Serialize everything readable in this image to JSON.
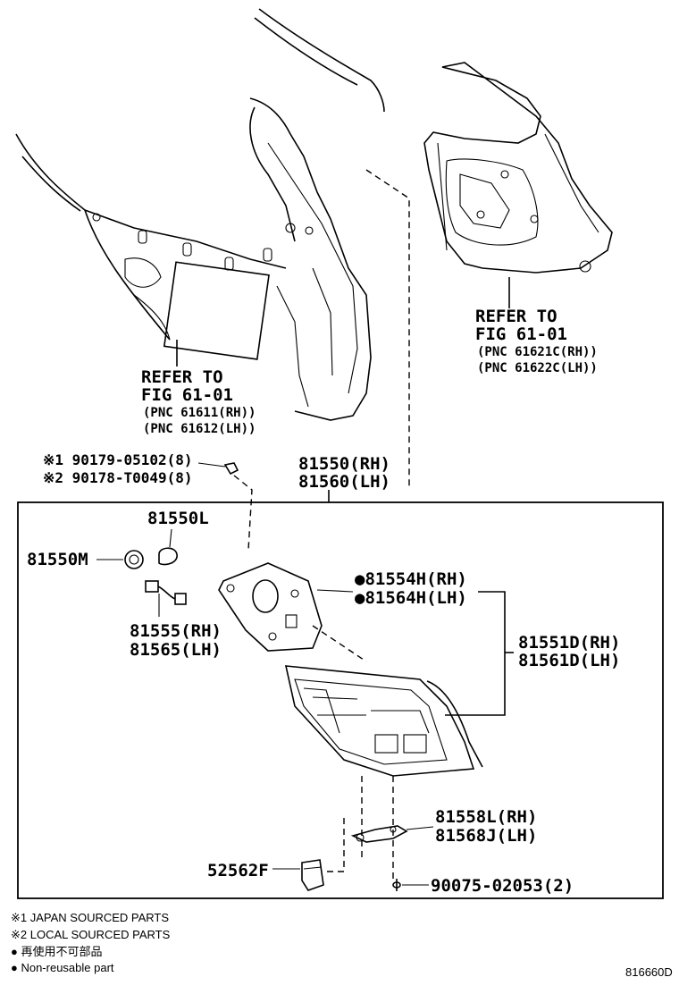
{
  "labels": {
    "refer_left_1": "REFER TO",
    "refer_left_2": "FIG 61-01",
    "refer_left_3": "(PNC 61611(RH))",
    "refer_left_4": "(PNC 61612(LH))",
    "refer_right_1": "REFER TO",
    "refer_right_2": "FIG 61-01",
    "refer_right_3": "(PNC 61621C(RH))",
    "refer_right_4": "(PNC 61622C(LH))",
    "part_nut_1": "※1 90179-05102(8)",
    "part_nut_2": "※2 90178-T0049(8)",
    "part_81550_rh": "81550(RH)",
    "part_81560_lh": "81560(LH)",
    "part_81550l": "81550L",
    "part_81550m": "81550M",
    "part_81555_rh": "81555(RH)",
    "part_81565_lh": "81565(LH)",
    "part_81554h_rh": "●81554H(RH)",
    "part_81564h_lh": "●81564H(LH)",
    "part_81551d_rh": "81551D(RH)",
    "part_81561d_lh": "81561D(LH)",
    "part_81558l_rh": "81558L(RH)",
    "part_81568j_lh": "81568J(LH)",
    "part_52562f": "52562F",
    "part_screw": "90075-02053(2)"
  },
  "legend": {
    "note_1": "※1 JAPAN SOURCED PARTS",
    "note_2": "※2 LOCAL SOURCED PARTS",
    "note_3": "● 再使用不可部品",
    "note_4": "● Non-reusable part"
  },
  "figure_id": "816660D"
}
